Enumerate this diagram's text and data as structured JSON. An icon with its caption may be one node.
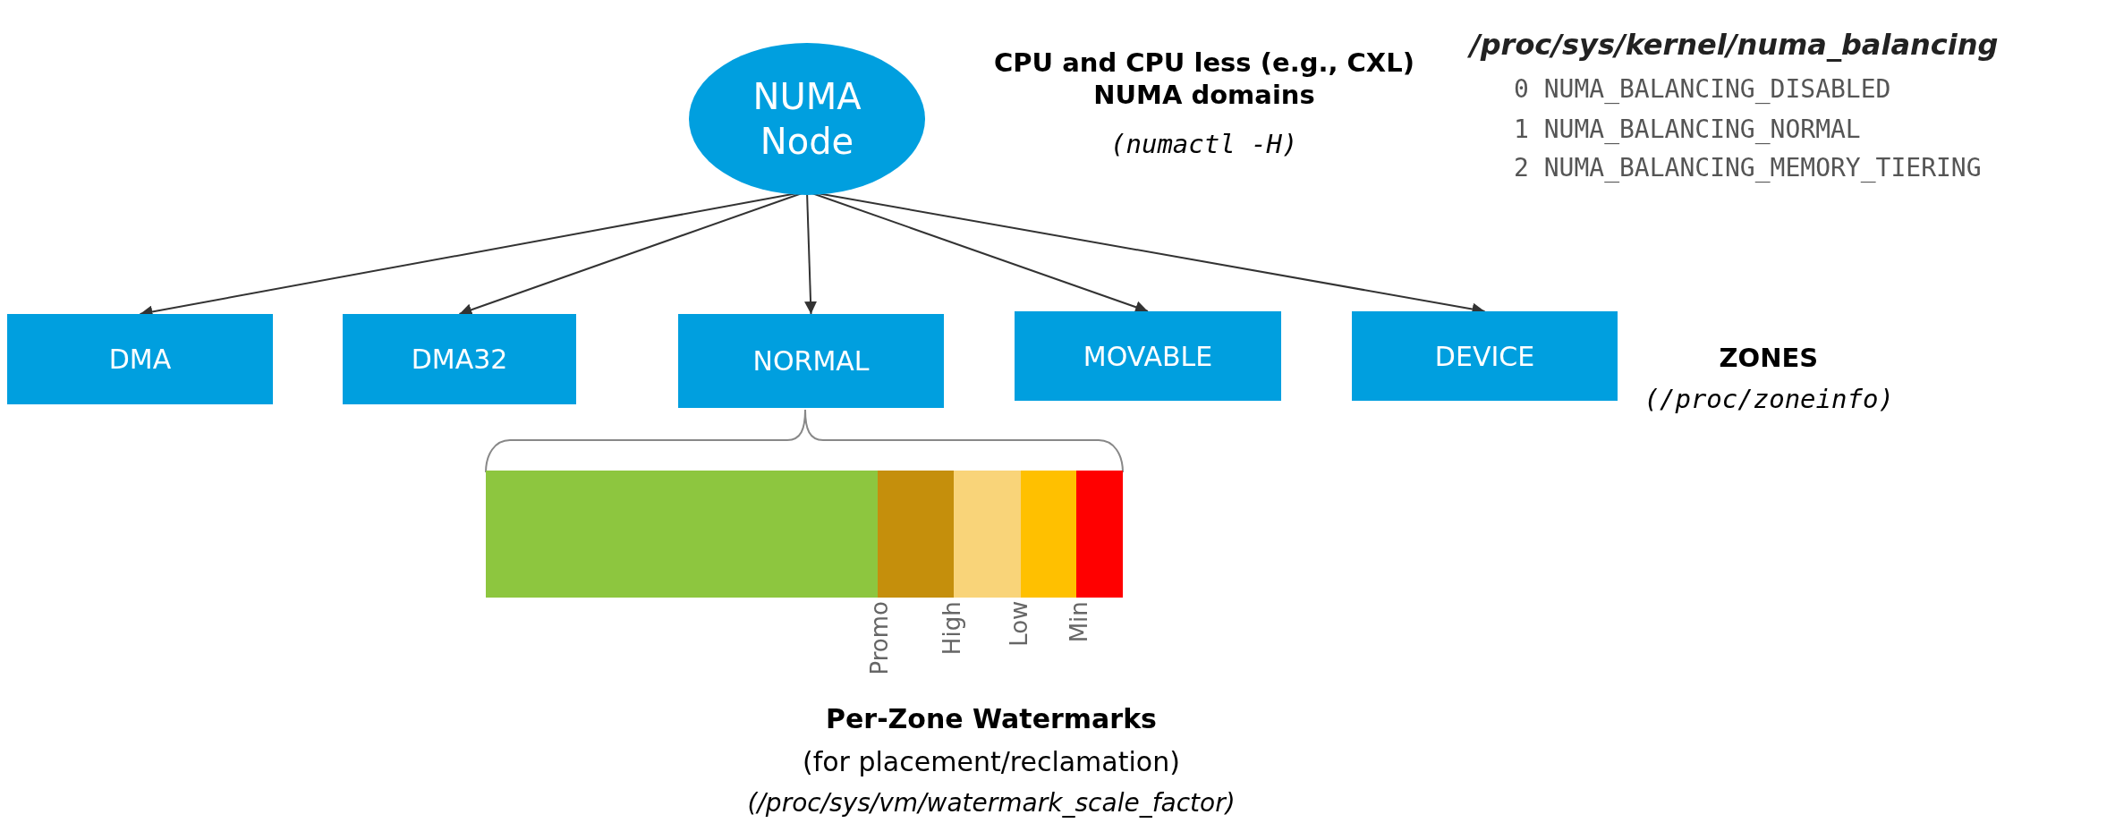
{
  "diagram": {
    "nodes": [
      {
        "text": [
          "NUMA Node"
        ]
      },
      {
        "text": [
          "DMA"
        ]
      },
      {
        "text": [
          "DMA32"
        ]
      },
      {
        "text": [
          "NORMAL"
        ]
      },
      {
        "text": [
          "MOVABLE"
        ]
      },
      {
        "text": [
          "DEVICE"
        ]
      }
    ],
    "edges": [
      {
        "from": 0,
        "to": 1,
        "arrow": "to"
      },
      {
        "from": 0,
        "to": 2,
        "arrow": "to"
      },
      {
        "from": 0,
        "to": 3,
        "arrow": "to"
      },
      {
        "from": 0,
        "to": 4,
        "arrow": "to"
      },
      {
        "from": 0,
        "to": 5,
        "arrow": "to"
      }
    ],
    "labels": [
      "CPU and CPU less (e.g., CXL) NUMA domains",
      "(numactl -H)",
      "/proc/sys/kernel/numa_balancing",
      "0 NUMA_BALANCING_DISABLED",
      "1 NUMA_BALANCING_NORMAL",
      "2 NUMA_BALANCING_MEMORY_TIERING",
      "ZONES",
      "(/proc/zoneinfo)",
      "Promo",
      "High",
      "Low",
      "Min",
      "Per-Zone Watermarks",
      "(for placement/reclamation)",
      "(/proc/sys/vm/watermark_scale_factor)"
    ]
  }
}
